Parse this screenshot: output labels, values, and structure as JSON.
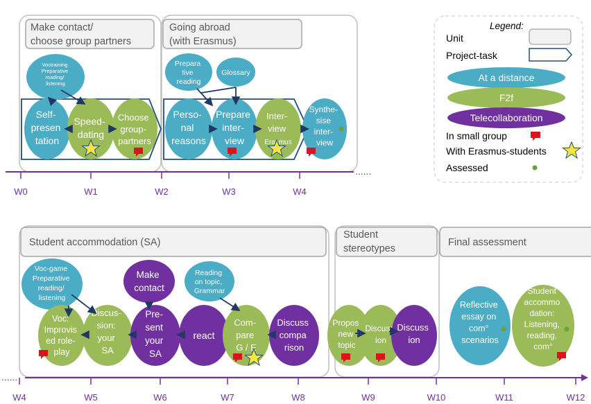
{
  "colors": {
    "distance": "#4bacc6",
    "f2f": "#9bbb59",
    "telecollab": "#7030a0",
    "timeline": "#7030a0",
    "unit_border": "#bfbfbf",
    "unit_fill": "#f2f2f2",
    "task_border": "#1f4e79",
    "small_group": "#d9151b",
    "erasmus_star": "#f5e642",
    "assessed": "#6aa13a"
  },
  "legend": {
    "title": "Legend:",
    "unit": "Unit",
    "project_task": "Project-task",
    "at_a_distance": "At a distance",
    "f2f": "F2f",
    "telecollaboration": "Telecollaboration",
    "in_small_group": "In small group",
    "with_erasmus_students": "With Erasmus-students",
    "assessed": "Assessed"
  },
  "units": {
    "make_contact": [
      "Make contact/",
      "choose group partners"
    ],
    "going_abroad": [
      "Going abroad",
      "(with Erasmus)"
    ],
    "student_accommodation": [
      "Student accommodation (SA)"
    ],
    "student_stereotypes": [
      "Student",
      "stereotypes"
    ],
    "final_assessment": [
      "Final assessment"
    ]
  },
  "weeks_top": [
    "W0",
    "W1",
    "W2",
    "W3",
    "W4"
  ],
  "weeks_bottom": [
    "W4",
    "W5",
    "W6",
    "W7",
    "W8",
    "W9",
    "W10",
    "W11",
    "W12"
  ],
  "timeline_dots": "......",
  "activities": {
    "voctraining": [
      "Voctraining",
      "Preparative",
      "reading/",
      "listening"
    ],
    "self_presentation": [
      "Self-",
      "presen",
      "tation"
    ],
    "speed_dating": [
      "Speed-",
      "dating"
    ],
    "choose_group_partners": [
      "Choose",
      "group-",
      "partners"
    ],
    "preparative_reading": [
      "Prepara",
      "tive",
      "reading"
    ],
    "glossary": [
      "Glossary"
    ],
    "personal_reasons": [
      "Perso-",
      "nal",
      "reasons"
    ],
    "prepare_interview": [
      "Prepare",
      "inter-",
      "view"
    ],
    "interview_erasmus": [
      "Inter-",
      "view",
      "Erasmus"
    ],
    "synthesise_interview": [
      "Synthe-",
      "sise",
      "inter-",
      "view"
    ],
    "voc_game": [
      "Voc-game",
      "Preparative",
      "reading/",
      "listening"
    ],
    "voc_improvised": [
      "Voc:",
      "Improvis",
      "ed role-",
      "play"
    ],
    "discussion_sa": [
      "Discus-",
      "sion:",
      "your",
      "SA"
    ],
    "make_contact_2": [
      "Make",
      "contact"
    ],
    "present_sa": [
      "Pre-",
      "sent",
      "your",
      "SA"
    ],
    "react": [
      "react"
    ],
    "reading_topic": [
      "Reading",
      "on topic,",
      "Grammar"
    ],
    "compare": [
      "Com-",
      "pare",
      "G / E"
    ],
    "discuss_comparison": [
      "Discuss",
      "compa",
      "rison"
    ],
    "propose_topic": [
      "Propos",
      "new",
      "topic"
    ],
    "discussion_w9": [
      "Discuss",
      "ion"
    ],
    "discussion_w9b": [
      "Discuss",
      "ion"
    ],
    "reflective_essay": [
      "Reflective",
      "essay on",
      "com°",
      "scenarios"
    ],
    "student_accommodation_final": [
      "Student",
      "accommo",
      "dation:",
      "Listening,",
      "reading,",
      "com°"
    ]
  }
}
